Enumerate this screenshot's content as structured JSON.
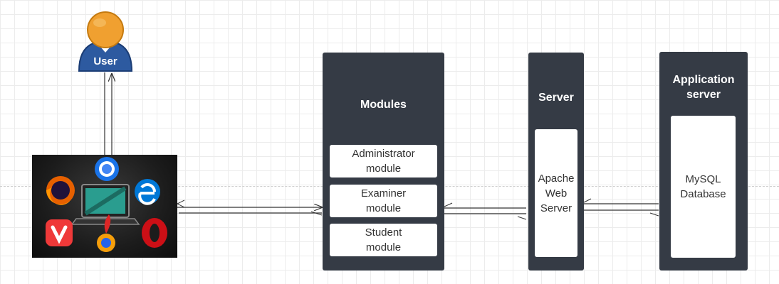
{
  "user": {
    "label": "User",
    "icon": "user-avatar-icon"
  },
  "browsers": {
    "icons": [
      "chrome-icon",
      "firefox-icon",
      "laptop-icon",
      "edge-icon",
      "vivaldi-icon",
      "opera-icon",
      "torch-browser-icon"
    ]
  },
  "modules": {
    "title": "Modules",
    "items": [
      "Administrator\nmodule",
      "Examiner\nmodule",
      "Student\nmodule"
    ]
  },
  "server": {
    "title": "Server",
    "box": "Apache\nWeb\nServer"
  },
  "app_server": {
    "title": "Application\nserver",
    "box": "MySQL\nDatabase"
  },
  "colors": {
    "panel": "#353b45",
    "box": "#ffffff",
    "arrow": "#333333",
    "user_head": "#f0a030",
    "user_body": "#2d5aa0"
  }
}
